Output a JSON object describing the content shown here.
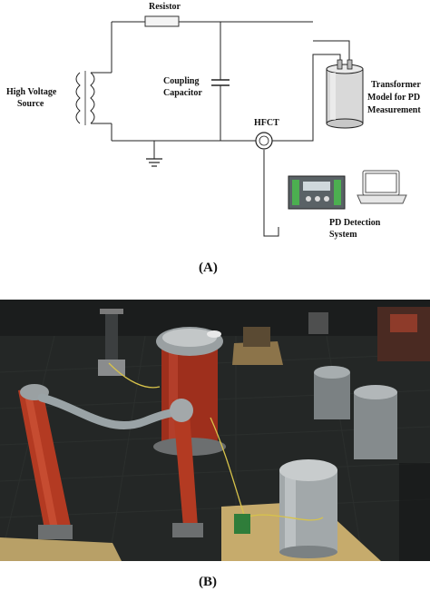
{
  "diagram": {
    "labels": {
      "resistor": "Resistor",
      "hv_source": [
        "High Voltage",
        "Source"
      ],
      "coupling_capacitor": [
        "Coupling",
        "Capacitor"
      ],
      "hfct": "HFCT",
      "transformer_model": [
        "Transformer",
        "Model for PD",
        "Measurement"
      ],
      "pd_detection": [
        "PD Detection",
        "System"
      ]
    },
    "panel_a": "(A)"
  },
  "photo": {
    "panel_b": "(B)"
  }
}
